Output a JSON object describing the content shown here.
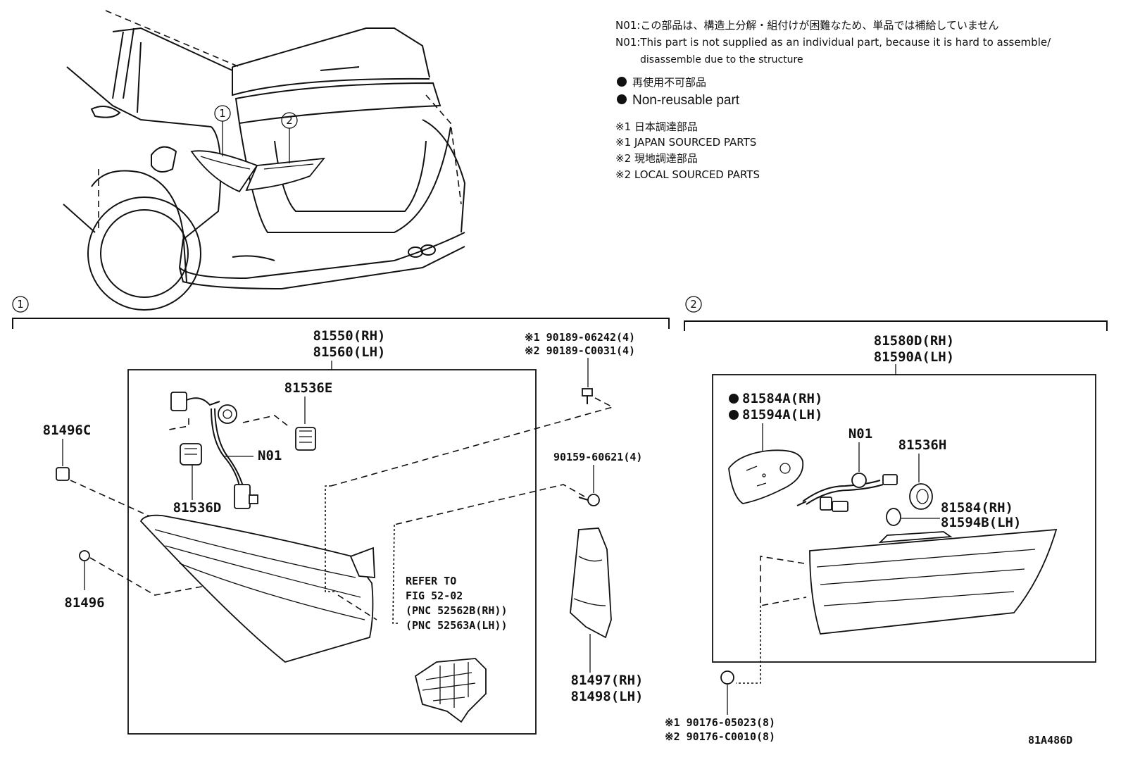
{
  "notes": {
    "n01_jp": "N01:この部品は、構造上分解・組付けが困難なため、単品では補給していません",
    "n01_en_line1": "N01:This part is not supplied as an individual part, because it is hard to assemble/",
    "n01_en_line2": "disassemble due to the structure",
    "nonreusable_jp": "再使用不可部品",
    "nonreusable_en": "Non-reusable part",
    "src1_jp": "※1 日本調達部品",
    "src1_en": "※1 JAPAN SOURCED PARTS",
    "src2_jp": "※2 現地調達部品",
    "src2_en": "※2 LOCAL SOURCED PARTS"
  },
  "callouts": {
    "one": "1",
    "two": "2"
  },
  "group1": {
    "assy_rh": "81550(RH)",
    "assy_lh": "81560(LH)",
    "screw_j": "※1 90189-06242(4)",
    "screw_l": "※2 90189-C0031(4)",
    "socket_e": "81536E",
    "socket_d": "81536D",
    "n01": "N01",
    "clip_c": "81496C",
    "clip": "81496",
    "bolt": "90159-60621(4)",
    "refer1": "REFER TO",
    "refer2": "FIG 52-02",
    "refer3": "(PNC 52562B(RH))",
    "refer4": "(PNC 52563A(LH))",
    "cover_rh": "81497(RH)",
    "cover_lh": "81498(LH)"
  },
  "group2": {
    "assy_rh": "81580D(RH)",
    "assy_lh": "81590A(LH)",
    "gasket_rh": "81584A(RH)",
    "gasket_lh": "81594A(LH)",
    "n01": "N01",
    "socket_h": "81536H",
    "ring_rh": "81584(RH)",
    "ring_lh": "81594B(LH)",
    "screw_j": "※1 90176-05023(8)",
    "screw_l": "※2 90176-C0010(8)"
  },
  "figure_code": "81A486D"
}
